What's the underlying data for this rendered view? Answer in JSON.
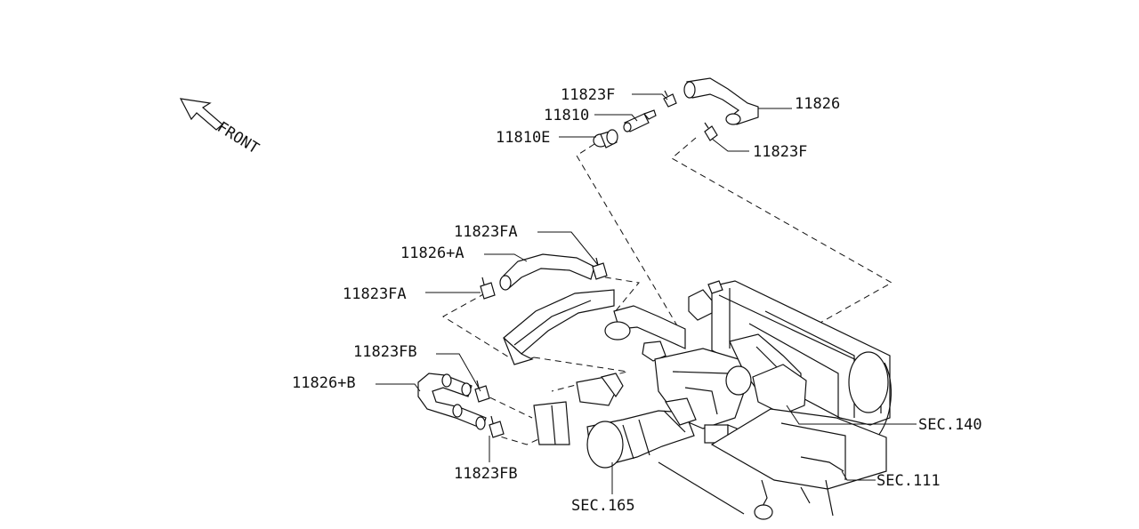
{
  "diagram": {
    "front_label": "FRONT",
    "callouts": {
      "c11823F_top": "11823F",
      "c11810": "11810",
      "c11810E": "11810E",
      "c11826": "11826",
      "c11823F_right": "11823F",
      "c11823FA_top": "11823FA",
      "c11826A": "11826+A",
      "c11823FA_left": "11823FA",
      "c11823FB_top": "11823FB",
      "c11826B": "11826+B",
      "c11823FB_bottom": "11823FB",
      "sec140": "SEC.140",
      "sec111": "SEC.111",
      "sec165": "SEC.165"
    }
  }
}
